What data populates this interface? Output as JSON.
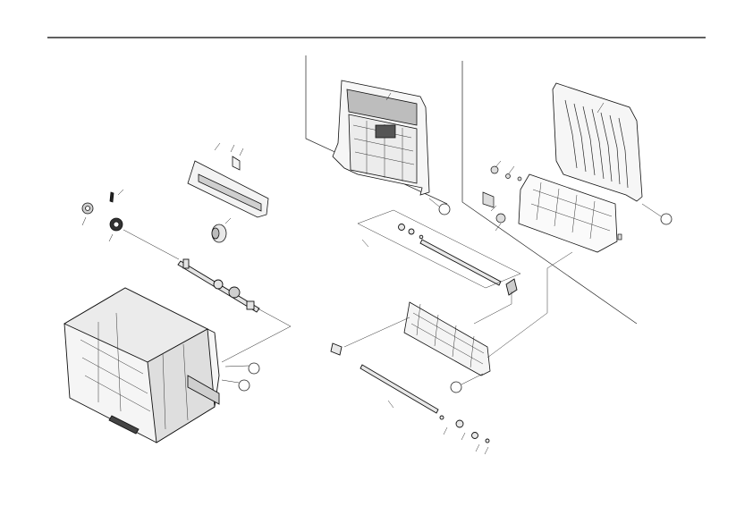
{
  "diagram": {
    "type": "exploded-parts-view",
    "background": "#ffffff",
    "line_color": "#1a1a1a",
    "callouts": [
      {
        "id": "A",
        "label": ""
      },
      {
        "id": "B",
        "label": ""
      },
      {
        "id": "C",
        "label": ""
      },
      {
        "id": "D",
        "label": ""
      }
    ]
  }
}
